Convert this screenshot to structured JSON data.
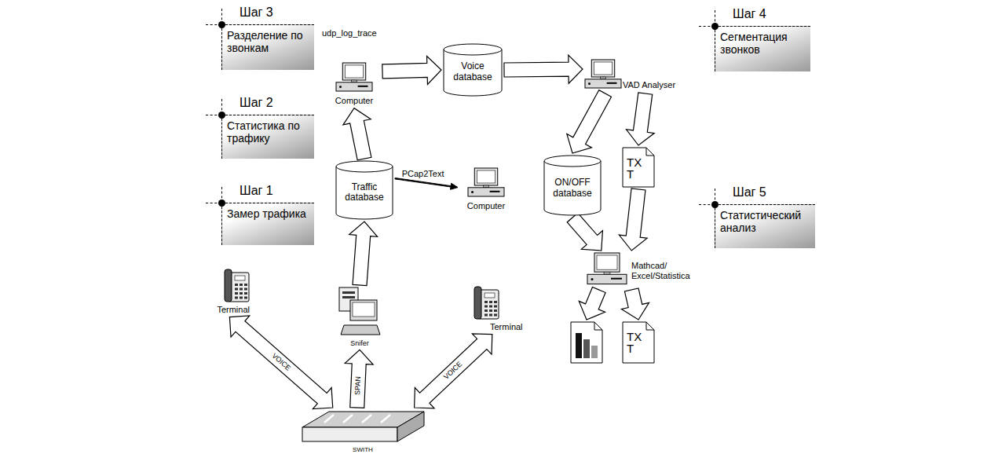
{
  "diagram": {
    "nodes": [
      {
        "text": [
          "Шаг 3",
          "Разделение по звонкам"
        ]
      },
      {
        "text": [
          "Computer"
        ]
      },
      {
        "text": [
          "Voice database"
        ]
      },
      {
        "text": [
          "VAD Analyser"
        ]
      },
      {
        "text": [
          "Шаг 4",
          "Сегментация звонков"
        ]
      },
      {
        "text": [
          "Шаг 2",
          "Статистика по трафику"
        ]
      },
      {
        "text": [
          "Traffic database"
        ]
      },
      {
        "text": [
          "Computer"
        ]
      },
      {
        "text": [
          "ON/OFF database"
        ]
      },
      {
        "text": [
          "TX T"
        ]
      },
      {
        "text": [
          "Шаг 5",
          "Статистический анализ"
        ]
      },
      {
        "text": [
          "Шаг 1",
          "Замер трафика"
        ]
      },
      {
        "text": [
          "Mathcad/ Excel/Statistica"
        ]
      },
      {
        "text": [
          "TX T"
        ]
      },
      {
        "text": [
          "Terminal"
        ]
      },
      {
        "text": [
          "Snifer"
        ]
      },
      {
        "text": [
          "Terminal"
        ]
      },
      {
        "text": [
          "SWITH"
        ]
      }
    ],
    "edges": [
      {
        "from": 6,
        "to": 1,
        "arrow": "to"
      },
      {
        "from": 1,
        "to": 2,
        "arrow": "to"
      },
      {
        "from": 2,
        "to": 3,
        "arrow": "to"
      },
      {
        "from": 3,
        "to": 8,
        "arrow": "to"
      },
      {
        "from": 3,
        "to": 9,
        "arrow": "to"
      },
      {
        "from": 6,
        "to": 7,
        "label": "PCap2Text",
        "arrow": "to"
      },
      {
        "from": 8,
        "to": 12,
        "arrow": "to"
      },
      {
        "from": 9,
        "to": 12,
        "arrow": "to"
      },
      {
        "from": 12,
        "to": 13,
        "arrow": "to"
      },
      {
        "from": 15,
        "to": 6,
        "arrow": "to"
      },
      {
        "from": 17,
        "to": 15,
        "label": "SPAN",
        "arrow": "to"
      },
      {
        "from": 17,
        "to": 14,
        "label": "VOICE",
        "arrow": "both"
      },
      {
        "from": 17,
        "to": 16,
        "label": "VOICE",
        "arrow": "both"
      }
    ],
    "labels": [
      "udp_log_trace"
    ]
  }
}
